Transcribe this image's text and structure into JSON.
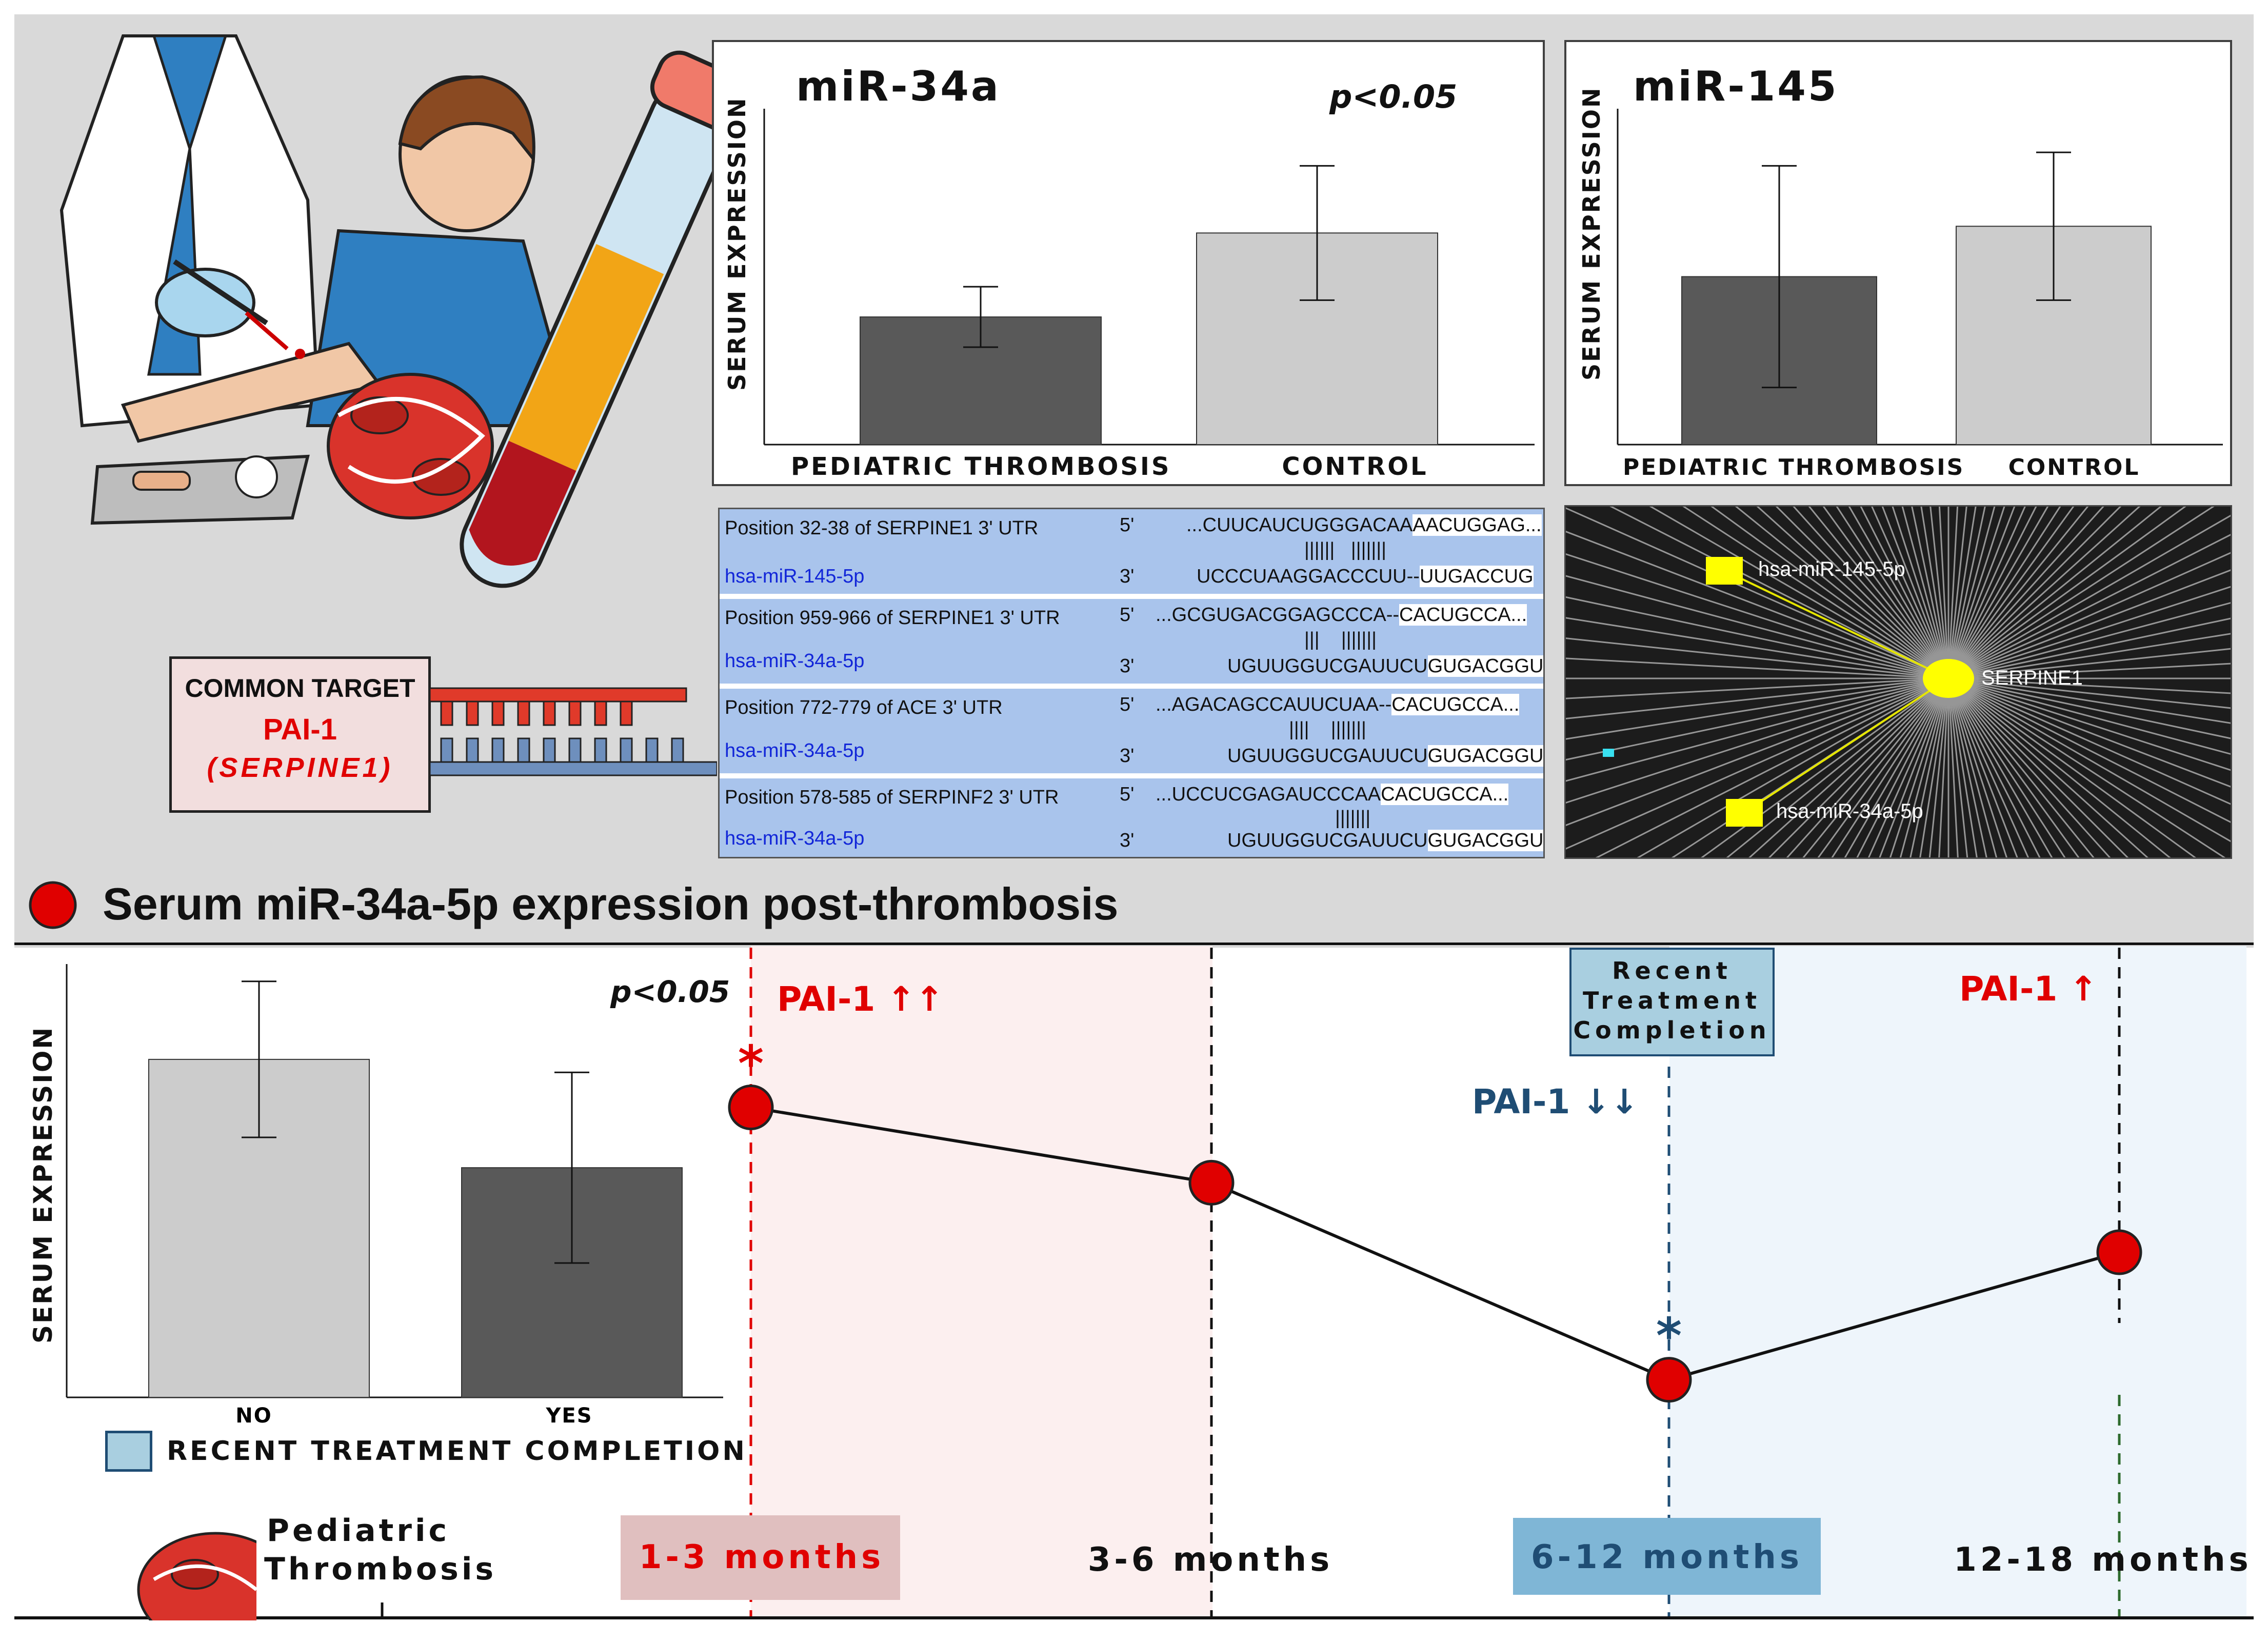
{
  "chart_data": [
    {
      "type": "bar",
      "title": "miR-34a",
      "annotation": "p<0.05",
      "ylabel": "SERUM EXPRESSION",
      "categories": [
        "PEDIATRIC THROMBOSIS",
        "CONTROL"
      ],
      "values": [
        0.38,
        0.63
      ],
      "error": [
        0.09,
        0.2
      ],
      "colors": [
        "#595959",
        "#cccccc"
      ],
      "ylim": [
        0,
        1
      ]
    },
    {
      "type": "bar",
      "title": "miR-145",
      "ylabel": "SERUM EXPRESSION",
      "categories": [
        "PEDIATRIC THROMBOSIS",
        "CONTROL"
      ],
      "values": [
        0.5,
        0.65
      ],
      "error": [
        0.33,
        0.22
      ],
      "colors": [
        "#595959",
        "#cccccc"
      ],
      "ylim": [
        0,
        1
      ]
    },
    {
      "type": "bar",
      "annotation": "p<0.05",
      "ylabel": "SERUM EXPRESSION",
      "xlabel": "RECENT TREATMENT COMPLETION",
      "categories": [
        "NO",
        "YES"
      ],
      "values": [
        0.78,
        0.53
      ],
      "error": [
        0.18,
        0.22
      ],
      "colors": [
        "#cccccc",
        "#595959"
      ],
      "ylim": [
        0,
        1
      ]
    },
    {
      "type": "line",
      "title": "Serum miR-34a-5p expression post-thrombosis",
      "categories": [
        "1-3 months",
        "3-6 months",
        "6-12 months",
        "12-18 months"
      ],
      "values": [
        0.85,
        0.72,
        0.38,
        0.6
      ],
      "significant": [
        "*",
        "",
        "*",
        ""
      ],
      "ylim": [
        0,
        1
      ]
    }
  ],
  "common_target": {
    "heading": "COMMON TARGET",
    "name": "PAI-1",
    "gene": "(SERPINE1)"
  },
  "alignments": [
    {
      "position": "Position 32-38 of SERPINE1 3' UTR",
      "mirna": "hsa-miR-145-5p",
      "five": "5'",
      "three": "3'",
      "target_a": "...CUUCAUCUGGGACAA",
      "target_b": "AACUGGAG...",
      "bars": "||||||   |||||||",
      "mirna_a": "UCCCUAAGGACCCUU--",
      "mirna_b": "UUGACCUG"
    },
    {
      "position": "Position 959-966 of SERPINE1 3' UTR",
      "mirna": "hsa-miR-34a-5p",
      "five": "5'",
      "three": "3'",
      "target_a": "...GCGUGACGGAGCCCA--",
      "target_b": "CACUGCCA...",
      "bars": "|||    |||||||",
      "mirna_a": "UGUUGGUCGAUUCU",
      "mirna_b": "GUGACGGU"
    },
    {
      "position": "Position 772-779 of ACE 3' UTR",
      "mirna": "hsa-miR-34a-5p",
      "five": "5'",
      "three": "3'",
      "target_a": "...AGACAGCCAUUCUAA--",
      "target_b": "CACUGCCA...",
      "bars": "||||    |||||||",
      "mirna_a": "UGUUGGUCGAUUCU",
      "mirna_b": "GUGACGGU"
    },
    {
      "position": "Position 578-585 of SERPINF2 3' UTR",
      "mirna": "hsa-miR-34a-5p",
      "five": "5'",
      "three": "3'",
      "target_a": "...UCCUCGAGAUCCCAA",
      "target_b": "CACUGCCA...",
      "bars": "|||||||",
      "mirna_a": "UGUUGGUCGAUUCU",
      "mirna_b": "GUGACGGU"
    }
  ],
  "network": {
    "center": "SERPINE1",
    "mir145": "hsa-miR-145-5p",
    "mir34a": "hsa-miR-34a-5p"
  },
  "timeline": {
    "start_label_1": "Pediatric",
    "start_label_2": "Thrombosis",
    "pai_high2": "PAI-1 ↑↑",
    "pai_low2": "PAI-1 ↓↓",
    "pai_high1": "PAI-1 ↑",
    "rtc_1": "Recent",
    "rtc_2": "Treatment",
    "rtc_3": "Completion",
    "star": "*"
  },
  "colors": {
    "dark_bar": "#595959",
    "light_bar": "#cccccc",
    "red": "#e00000",
    "blue": "#1f4d74",
    "alignment_bg": "#a9c4ec",
    "network_bg": "#1c1c1c",
    "node": "#ffff00"
  }
}
